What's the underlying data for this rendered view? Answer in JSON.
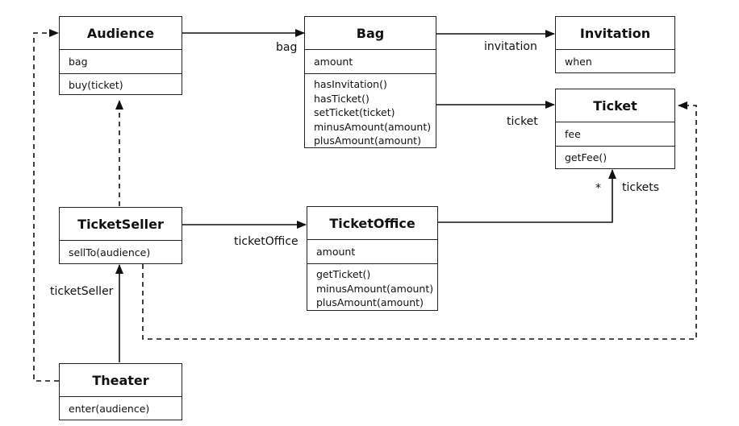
{
  "classes": {
    "audience": {
      "name": "Audience",
      "attributes": [
        "bag"
      ],
      "operations": [
        "buy(ticket)"
      ]
    },
    "bag": {
      "name": "Bag",
      "attributes": [
        "amount"
      ],
      "operations": [
        "hasInvitation()",
        "hasTicket()",
        "setTicket(ticket)",
        "minusAmount(amount)",
        "plusAmount(amount)"
      ]
    },
    "invitation": {
      "name": "Invitation",
      "attributes": [
        "when"
      ]
    },
    "ticket": {
      "name": "Ticket",
      "attributes": [
        "fee"
      ],
      "operations": [
        "getFee()"
      ]
    },
    "ticketseller": {
      "name": "TicketSeller",
      "operations": [
        "sellTo(audience)"
      ]
    },
    "ticketoffice": {
      "name": "TicketOffice",
      "attributes": [
        "amount"
      ],
      "operations": [
        "getTicket()",
        "minusAmount(amount)",
        "plusAmount(amount)"
      ]
    },
    "theater": {
      "name": "Theater",
      "operations": [
        "enter(audience)"
      ]
    }
  },
  "relations": {
    "audience_bag": {
      "label": "bag",
      "style": "solid"
    },
    "bag_invitation": {
      "label": "invitation",
      "style": "solid"
    },
    "bag_ticket": {
      "label": "ticket",
      "style": "solid"
    },
    "ticketseller_office": {
      "label": "ticketOffice",
      "style": "solid"
    },
    "office_ticket": {
      "label": "tickets",
      "multiplicity": "*",
      "style": "solid"
    },
    "theater_ticketseller": {
      "label": "ticketSeller",
      "style": "solid"
    },
    "ticketseller_audience": {
      "style": "dashed"
    },
    "theater_audience": {
      "style": "dashed"
    },
    "ticketseller_ticket": {
      "style": "dashed"
    }
  }
}
